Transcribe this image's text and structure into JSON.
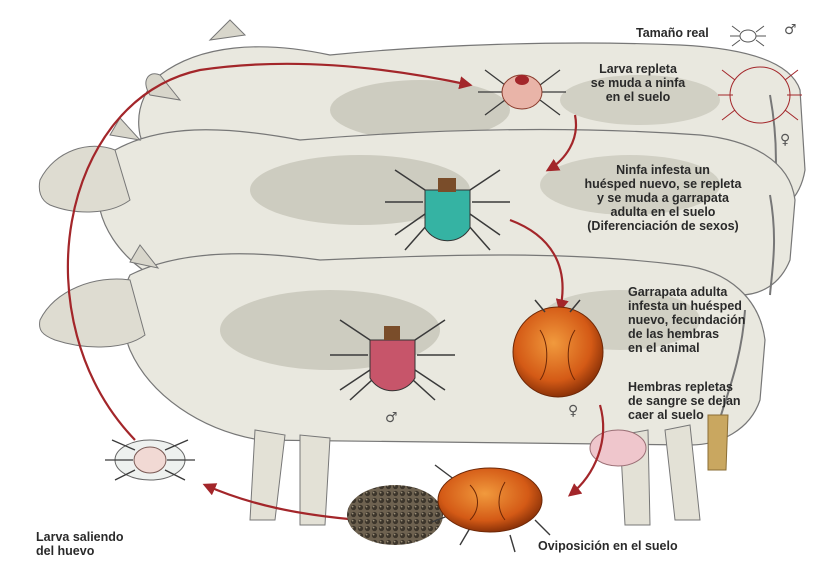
{
  "labels": {
    "real_size": "Tamaño real",
    "larva_engorged": "Larva repleta\nse muda a ninfa\nen el suelo",
    "nymph": "Ninfa infesta un\nhuésped nuevo, se repleta\ny se muda a garrapata\nadulta en el suelo\n(Diferenciación de sexos)",
    "adult": "Garrapata adulta\ninfesta un huésped\nnuevo, fecundación\nde las hembras\nen el animal",
    "females_drop": "Hembras repletas\nde sangre se dejan\ncaer al suelo",
    "oviposition": "Oviposición en el suelo",
    "larva_hatching": "Larva saliendo\ndel huevo"
  },
  "symbols": {
    "male": "♂",
    "female": "♀"
  },
  "colors": {
    "cow_body": "#e9e8df",
    "cow_shadow": "#8f8c7c",
    "arrow": "#a3262a",
    "tick_engorged": "#d9611b",
    "tick_legs": "#3a3a3a",
    "eggs": "#4b4336",
    "tail_tuft": "#c9a760"
  }
}
